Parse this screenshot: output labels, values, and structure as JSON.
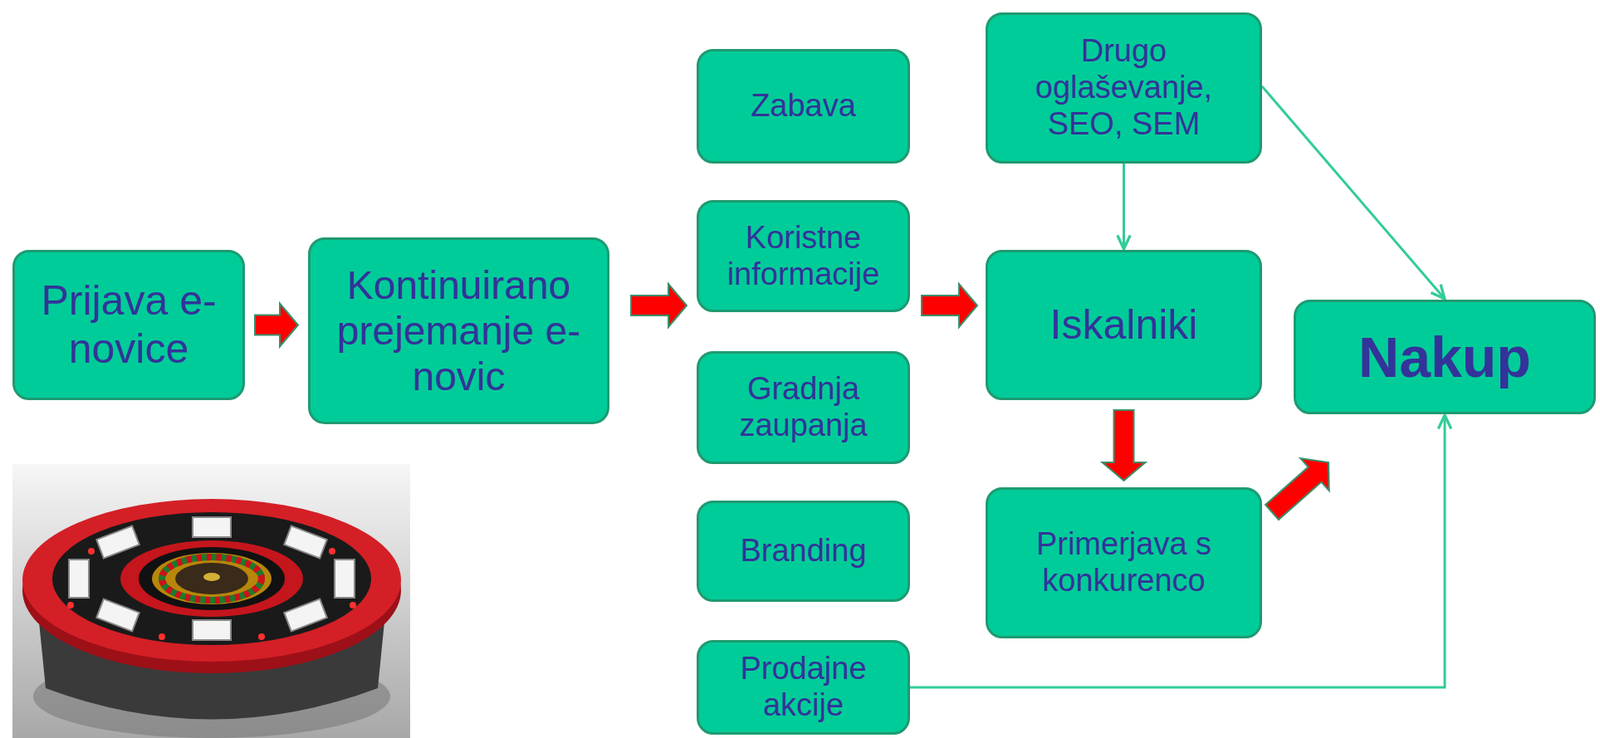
{
  "diagram": {
    "nodes": [
      {
        "text": [
          "Prijava e-novice"
        ]
      },
      {
        "text": [
          "Kontinuirano prejemanje e-novic"
        ]
      },
      {
        "text": [
          "Zabava"
        ]
      },
      {
        "text": [
          "Koristne informacije"
        ]
      },
      {
        "text": [
          "Gradnja zaupanja"
        ]
      },
      {
        "text": [
          "Branding"
        ]
      },
      {
        "text": [
          "Prodajne akcije"
        ]
      },
      {
        "text": [
          "Drugo oglaševanje, SEO, SEM"
        ]
      },
      {
        "text": [
          "Iskalniki"
        ]
      },
      {
        "text": [
          "Primerjava s konkurenco"
        ]
      },
      {
        "text": [
          "Nakup"
        ]
      }
    ],
    "edges": [
      {
        "from": 0,
        "to": 1,
        "arrow": "to"
      },
      {
        "from": 1,
        "to": 3,
        "arrow": "to"
      },
      {
        "from": 3,
        "to": 8,
        "arrow": "to"
      },
      {
        "from": 7,
        "to": 8,
        "arrow": "to"
      },
      {
        "from": 7,
        "to": 10,
        "arrow": "to"
      },
      {
        "from": 8,
        "to": 9,
        "arrow": "to"
      },
      {
        "from": 9,
        "to": 10,
        "arrow": "to"
      },
      {
        "from": 6,
        "to": 10,
        "arrow": "to"
      }
    ]
  }
}
